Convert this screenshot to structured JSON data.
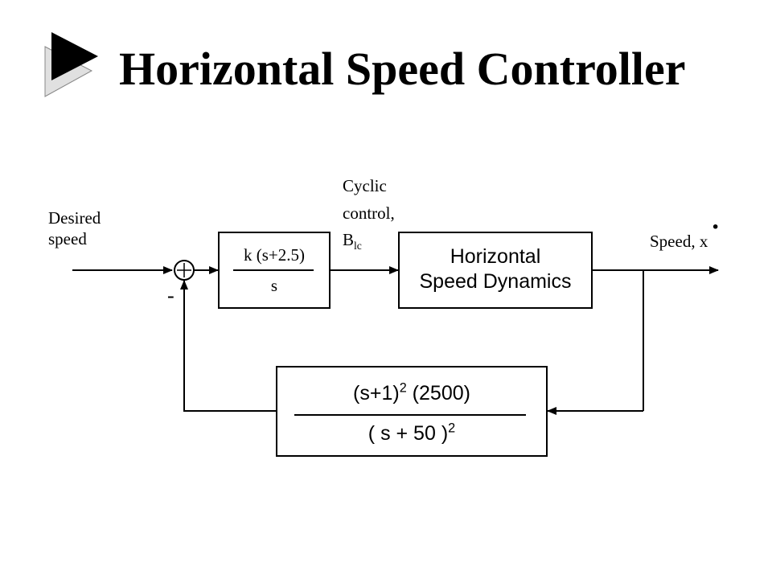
{
  "title": "Horizontal Speed Controller",
  "labels": {
    "desired_line1": "Desired",
    "desired_line2": "speed",
    "minus_sign": "-",
    "controller_num": "k (s+2.5)",
    "controller_den": "s",
    "cyclic_line1": "Cyclic",
    "cyclic_line2": "control,",
    "cyclic_B": "B",
    "cyclic_sub": "lc",
    "plant_line1": "Horizontal",
    "plant_line2": "Speed Dynamics",
    "output_label": "Speed, x",
    "output_dot": "·",
    "filter_num_a": "(s+1)",
    "filter_num_exp": "2",
    "filter_num_b": " (2500)",
    "filter_den_a": "( s + 50 )",
    "filter_den_exp": "2"
  },
  "colors": {
    "line": "#000000",
    "logo_fill": "#000000",
    "logo_shadow": "#e0e0e0"
  }
}
